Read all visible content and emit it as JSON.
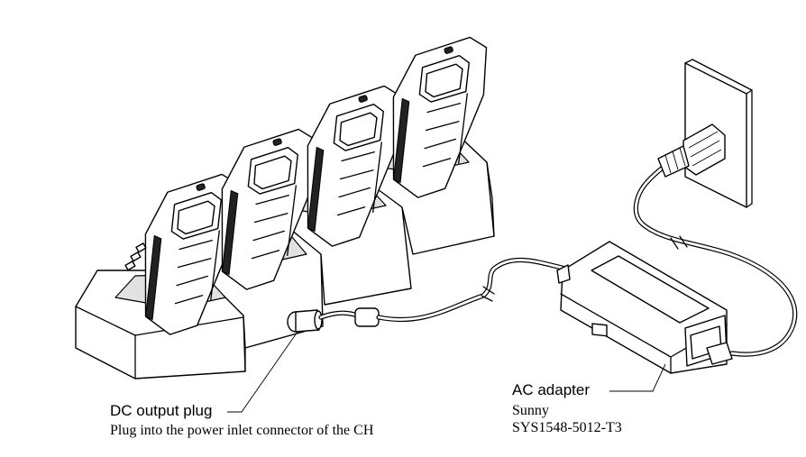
{
  "labels": {
    "dc_plug_title": "DC output plug",
    "dc_plug_note": "Plug into the power inlet connector of the CH",
    "ac_adapter_title": "AC adapter",
    "ac_adapter_maker": "Sunny",
    "ac_adapter_model": "SYS1548-5012-T3"
  }
}
